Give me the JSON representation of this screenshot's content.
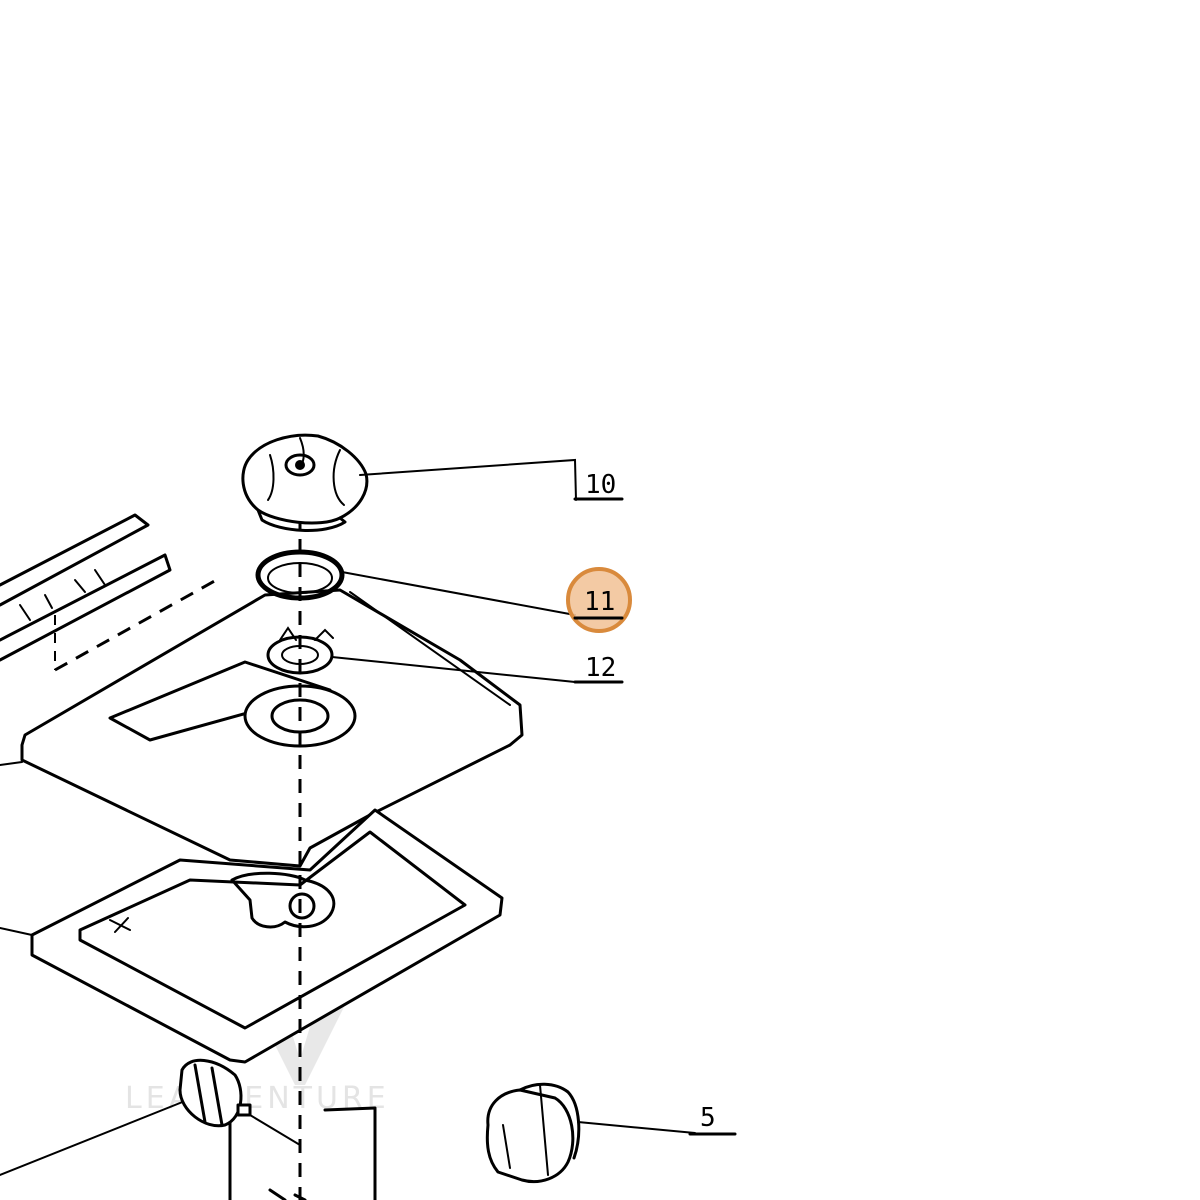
{
  "callouts": [
    {
      "id": "10",
      "label": "10",
      "highlighted": false
    },
    {
      "id": "11",
      "label": "11",
      "highlighted": true
    },
    {
      "id": "12",
      "label": "12",
      "highlighted": false
    },
    {
      "id": "5",
      "label": "5",
      "highlighted": false
    }
  ],
  "highlight": {
    "fill": "#f2c49a",
    "stroke": "#d98a3c"
  },
  "watermark": {
    "text": "LEADVENTURE",
    "color": "#e4e4e4",
    "icon": "flame-logo-icon"
  }
}
